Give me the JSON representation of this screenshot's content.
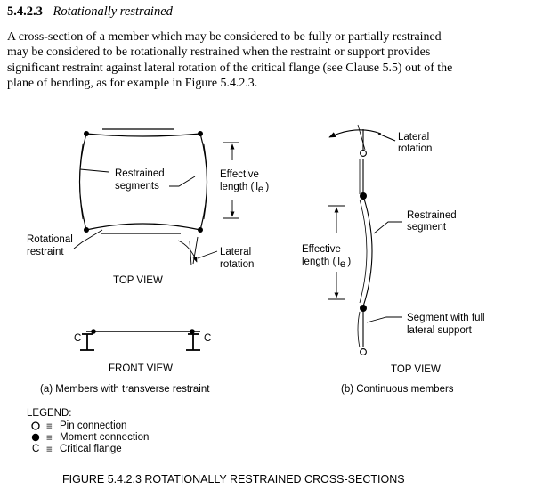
{
  "section": {
    "number": "5.4.2.3",
    "title": "Rotationally restrained"
  },
  "paragraph_lines": [
    "A cross-section of a member which may be considered to be fully or partially restrained",
    "may be considered to be rotationally restrained when the restraint or support provides",
    "significant restraint against lateral rotation of the critical flange (see Clause 5.5) out of the",
    "plane of bending, as for example in Figure 5.4.2.3."
  ],
  "figure_a": {
    "restrained_segments": [
      "Restrained",
      "segments"
    ],
    "effective_length": [
      "Effective",
      "length ("
    ],
    "l_symbol": "l",
    "e_subscript": "e",
    "close_paren": ")",
    "rotational_restraint": [
      "Rotational",
      "restraint"
    ],
    "lateral_rotation": [
      "Lateral",
      "rotation"
    ],
    "top_view": "TOP VIEW",
    "front_view": "FRONT VIEW",
    "critical_flange_mark": "C",
    "caption": "(a) Members with transverse restraint"
  },
  "figure_b": {
    "lateral_rotation": [
      "Lateral",
      "rotation"
    ],
    "restrained_segment": [
      "Restrained",
      "segment"
    ],
    "effective_length": [
      "Effective",
      "length ("
    ],
    "l_symbol": "l",
    "e_subscript": "e",
    "close_paren": ")",
    "full_support": [
      "Segment with full",
      "lateral support"
    ],
    "top_view": "TOP VIEW",
    "caption": "(b) Continuous members"
  },
  "legend": {
    "title": "LEGEND:",
    "items": [
      {
        "symbol": "open-circle",
        "sep": "≡",
        "label": "Pin connection"
      },
      {
        "symbol": "filled-circle",
        "sep": "≡",
        "label": "Moment connection"
      },
      {
        "symbol": "C",
        "sep": "≡",
        "label": "Critical flange"
      }
    ]
  },
  "figure_title": "FIGURE 5.4.2.3 ROTATIONALLY RESTRAINED CROSS-SECTIONS"
}
